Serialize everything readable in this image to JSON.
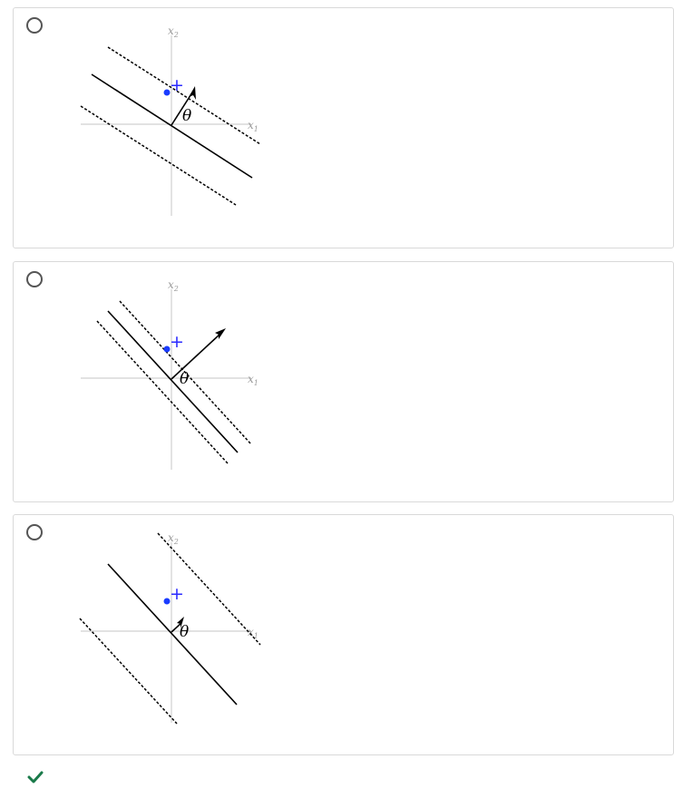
{
  "question": {
    "options": [
      {
        "axis_x_label": "x",
        "axis_x_subscript": "1",
        "axis_y_label": "x",
        "axis_y_subscript": "2",
        "theta_label": "θ",
        "positive_marker": "+",
        "selected": false
      },
      {
        "axis_x_label": "x",
        "axis_x_subscript": "1",
        "axis_y_label": "x",
        "axis_y_subscript": "2",
        "theta_label": "θ",
        "positive_marker": "+",
        "selected": false
      },
      {
        "axis_x_label": "x",
        "axis_x_subscript": "1",
        "axis_y_label": "x",
        "axis_y_subscript": "2",
        "theta_label": "θ",
        "positive_marker": "+",
        "selected": false
      }
    ]
  },
  "feedback": {
    "status_icon": "checkmark-icon",
    "status_color": "#1a7a4a"
  },
  "colors": {
    "axis": "#d0d0d0",
    "axis_label": "#9a9a9a",
    "point": "#1a3cff",
    "line": "#000000"
  }
}
